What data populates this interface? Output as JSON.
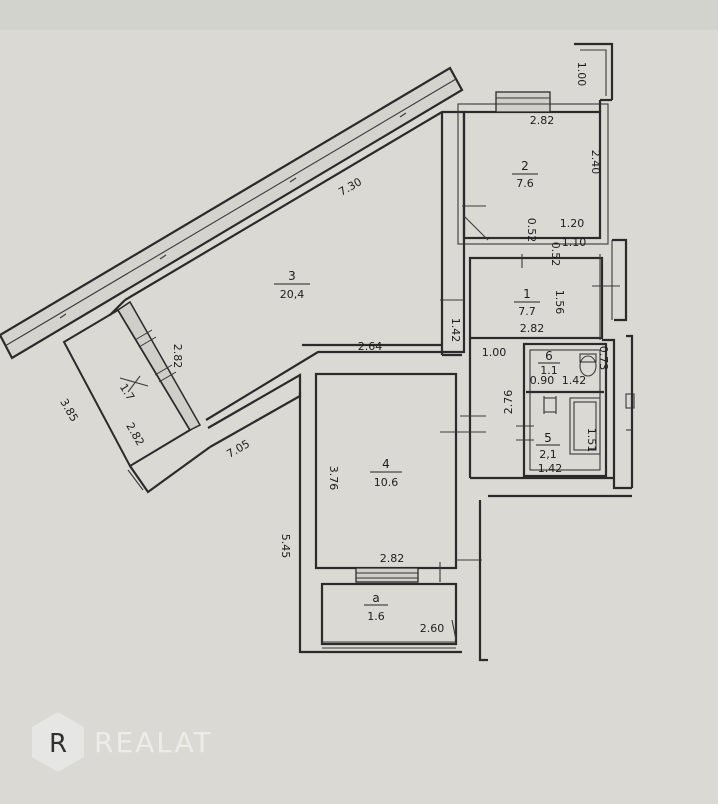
{
  "rooms": [
    {
      "id": "3",
      "number": "3",
      "area": "20,4"
    },
    {
      "id": "2",
      "number": "2",
      "area": "7.6"
    },
    {
      "id": "1",
      "number": "1",
      "area": "7.7"
    },
    {
      "id": "4",
      "number": "4",
      "area": "10.6"
    },
    {
      "id": "6",
      "number": "6",
      "area": "1.1"
    },
    {
      "id": "5",
      "number": "5",
      "area": "2,1"
    },
    {
      "id": "a",
      "number": "a",
      "area": "1.6"
    },
    {
      "id": "balc",
      "number": "",
      "area": "1.7"
    }
  ],
  "dimensions": {
    "d730": "7.30",
    "d282_r2_top": "2.82",
    "d240": "2.40",
    "d100_top": "1.00",
    "d052": "0.52",
    "d120": "1.20",
    "d110": "1.10",
    "d052b": "0.52",
    "d156": "1.56",
    "d282_r1": "2.82",
    "d142_r3": "1.42",
    "d264": "2.64",
    "d282_balc": "2.82",
    "d385": "3.85",
    "d282_balc2": "2.82",
    "d705": "7.05",
    "d100_r1": "1.00",
    "d276": "2.76",
    "d090": "0.90",
    "d142_r6": "1.42",
    "d073": "0.73",
    "d151": "1.51",
    "d142_r5": "1.42",
    "d376": "3.76",
    "d545": "5.45",
    "d282_r4": "2.82",
    "d260": "2.60"
  },
  "watermark": {
    "brand": "REALAT"
  }
}
